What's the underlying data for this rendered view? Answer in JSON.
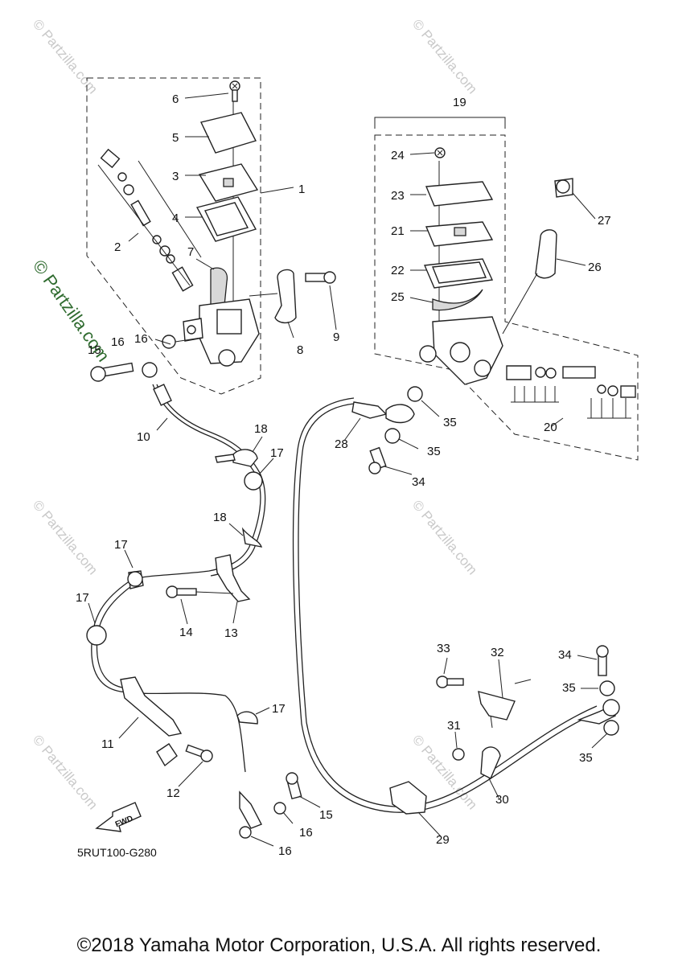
{
  "diagram_code": "5RUT100-G280",
  "fwd_label": "FWD",
  "watermark": "© Partzilla.com",
  "copyright": "©2018 Yamaha Motor Corporation, U.S.A. All rights reserved.",
  "callouts": {
    "c1": "1",
    "c2": "2",
    "c3": "3",
    "c4": "4",
    "c5": "5",
    "c6": "6",
    "c7": "7",
    "c8": "8",
    "c9": "9",
    "c10": "10",
    "c11": "11",
    "c12": "12",
    "c13": "13",
    "c14": "14",
    "c15a": "15",
    "c15b": "15",
    "c16a": "16",
    "c16b": "16",
    "c16c": "16",
    "c16d": "16",
    "c17a": "17",
    "c17b": "17",
    "c17c": "17",
    "c17d": "17",
    "c18a": "18",
    "c18b": "18",
    "c19": "19",
    "c20": "20",
    "c21": "21",
    "c22": "22",
    "c23": "23",
    "c24": "24",
    "c25": "25",
    "c26": "26",
    "c27": "27",
    "c28": "28",
    "c29": "29",
    "c30": "30",
    "c31": "31",
    "c32": "32",
    "c33": "33",
    "c34a": "34",
    "c34b": "34",
    "c35a": "35",
    "c35b": "35",
    "c35c": "35",
    "c35d": "35"
  },
  "colors": {
    "ink": "#222222",
    "watermark": "#c9c9c9",
    "watermark_green": "#2f6b2f"
  }
}
